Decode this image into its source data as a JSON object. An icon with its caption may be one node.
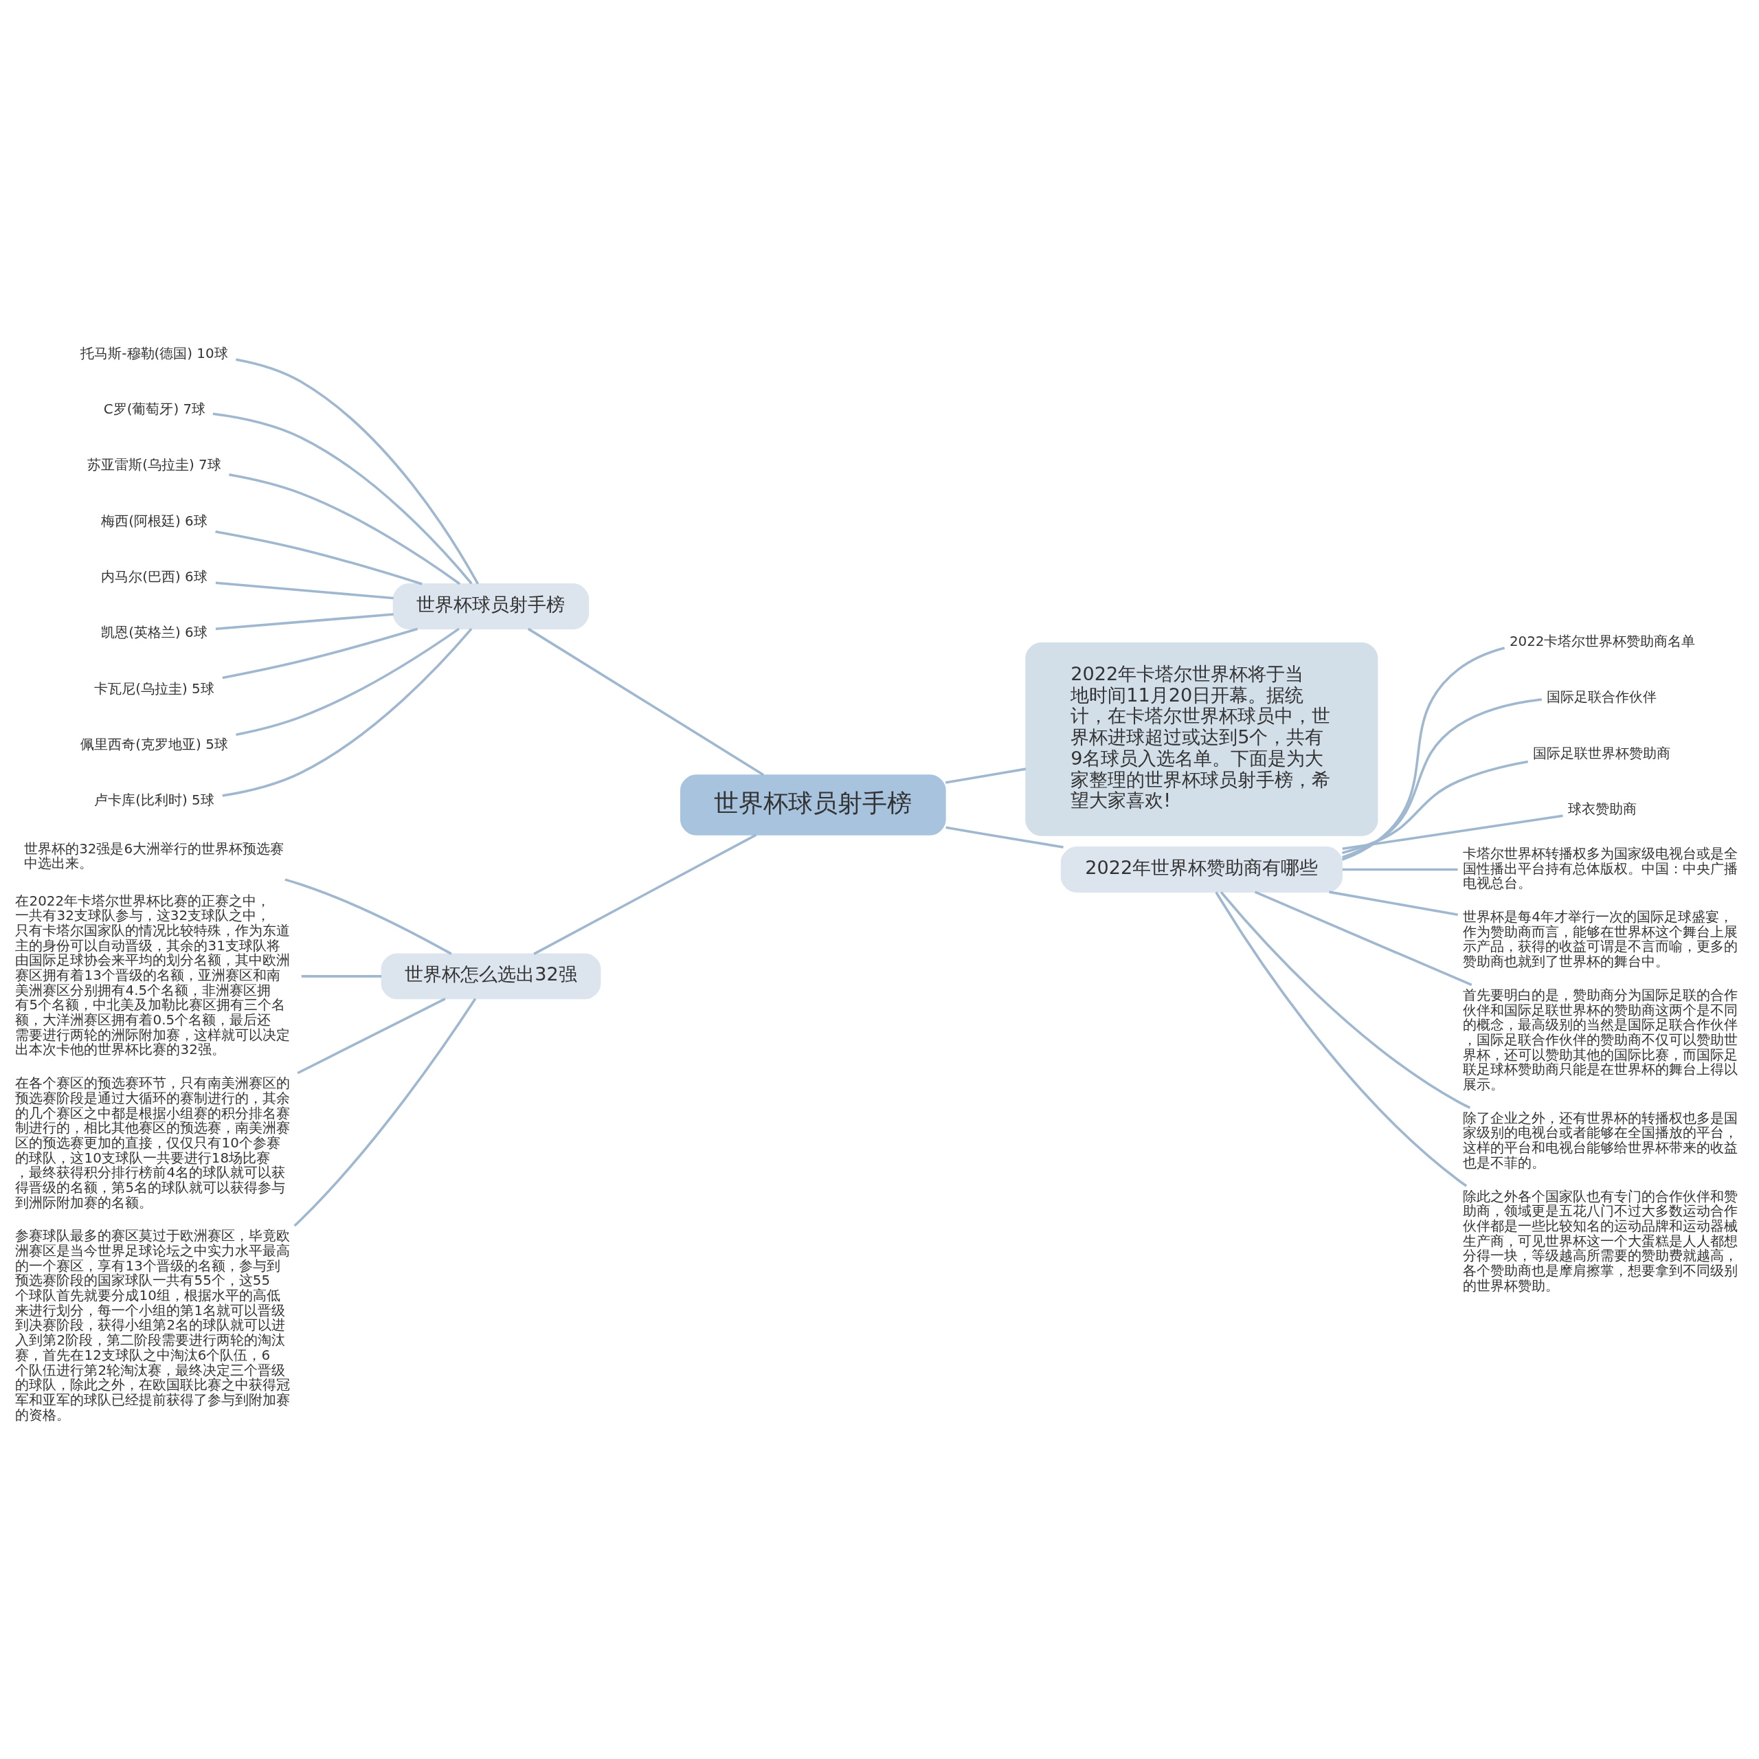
{
  "diagram": {
    "nodes": [
      {
        "text": [
          "世界杯球员射手榜"
        ]
      },
      {
        "text": [
          "世界杯球员射手榜"
        ]
      },
      {
        "text": [
          "托马斯-穆勒(德国) 10球"
        ]
      },
      {
        "text": [
          "C罗(葡萄牙) 7球"
        ]
      },
      {
        "text": [
          "苏亚雷斯(乌拉圭) 7球"
        ]
      },
      {
        "text": [
          "梅西(阿根廷) 6球"
        ]
      },
      {
        "text": [
          "内马尔(巴西) 6球"
        ]
      },
      {
        "text": [
          "凯恩(英格兰) 6球"
        ]
      },
      {
        "text": [
          "卡瓦尼(乌拉圭) 5球"
        ]
      },
      {
        "text": [
          "佩里西奇(克罗地亚) 5球"
        ]
      },
      {
        "text": [
          "卢卡库(比利时) 5球"
        ]
      },
      {
        "text": [
          "2022年卡塔尔世界杯将于当地时间11月20日开幕。据统计，在卡塔尔世界杯球员中，世界杯进球超过或达到5个，共有9名球员入选名单。下面是为大家整理的世界杯球员射手榜，希望大家喜欢!"
        ]
      },
      {
        "text": [
          "世界杯怎么选出32强"
        ]
      },
      {
        "text": [
          "世界杯的32强是6大洲举行的世界杯预选赛中选出来。"
        ]
      },
      {
        "text": [
          "在2022年卡塔尔世界杯比赛的正赛之中，一共有32支球队参与，这32支球队之中，只有卡塔尔国家队的情况比较特殊，作为东道主的身份可以自动晋级，其余的31支球队将由国际足球协会来平均的划分名额，其中欧洲赛区拥有着13个晋级的名额，亚洲赛区和南美洲赛区分别拥有4.5个名额，非洲赛区拥有5个名额，中北美及加勒比赛区拥有三个名额，大洋洲赛区拥有着0.5个名额，最后还需要进行两轮的洲际附加赛，这样就可以决定出本次卡他的世界杯比赛的32强。"
        ]
      },
      {
        "text": [
          "在各个赛区的预选赛环节，只有南美洲赛区的预选赛阶段是通过大循环的赛制进行的，其余的几个赛区之中都是根据小组赛的积分排名赛制进行的，相比其他赛区的预选赛，南美洲赛区的预选赛更加的直接，仅仅只有10个参赛的球队，这10支球队一共要进行18场比赛，最终获得积分排行榜前4名的球队就可以获得晋级的名额，第5名的球队就可以获得参与到洲际附加赛的名额。"
        ]
      },
      {
        "text": [
          "参赛球队最多的赛区莫过于欧洲赛区，毕竟欧洲赛区是当今世界足球论坛之中实力水平最高的一个赛区，享有13个晋级的名额，参与到预选赛阶段的国家球队一共有55个，这55个球队首先就要分成10组，根据水平的高低来进行划分，每一个小组的第1名就可以晋级到决赛阶段，获得小组第2名的球队就可以进入到第2阶段，第二阶段需要进行两轮的淘汰赛，首先在12支球队之中淘汰6个队伍，6个队伍进行第2轮淘汰赛，最终决定三个晋级的球队，除此之外，在欧国联比赛之中获得冠军和亚军的球队已经提前获得了参与到附加赛的资格。"
        ]
      },
      {
        "text": [
          "2022年世界杯赞助商有哪些"
        ]
      },
      {
        "text": [
          "2022卡塔尔世界杯赞助商名单"
        ]
      },
      {
        "text": [
          "国际足联合作伙伴"
        ]
      },
      {
        "text": [
          "国际足联世界杯赞助商"
        ]
      },
      {
        "text": [
          "球衣赞助商"
        ]
      },
      {
        "text": [
          "卡塔尔世界杯转播权多为国家级电视台或是全国性播出平台持有总体版权。中国：中央广播电视总台。"
        ]
      },
      {
        "text": [
          "世界杯是每4年才举行一次的国际足球盛宴，作为赞助商而言，能够在世界杯这个舞台上展示产品，获得的收益可谓是不言而喻，更多的赞助商也就到了世界杯的舞台中。"
        ]
      },
      {
        "text": [
          "首先要明白的是，赞助商分为国际足联的合作伙伴和国际足联世界杯的赞助商这两个是不同的概念，最高级别的当然是国际足联合作伙伴，国际足联合作伙伴的赞助商不仅可以赞助世界杯，还可以赞助其他的国际比赛，而国际足联足球杯赞助商只能是在世界杯的舞台上得以展示。"
        ]
      },
      {
        "text": [
          "除了企业之外，还有世界杯的转播权也多是国家级别的电视台或者能够在全国播放的平台，这样的平台和电视台能够给世界杯带来的收益也是不菲的。"
        ]
      },
      {
        "text": [
          "除此之外各个国家队也有专门的合作伙伴和赞助商，领域更是五花八门不过大多数运动合作伙伴都是一些比较知名的运动品牌和运动器械生产商，可见世界杯这一个大蛋糕是人人都想分得一块，等级越高所需要的赞助费就越高，各个赞助商也是摩肩擦掌，想要拿到不同级别的世界杯赞助。"
        ]
      }
    ],
    "edges": [
      {
        "from": 0,
        "to": 1,
        "arrow": "none"
      },
      {
        "from": 1,
        "to": 2,
        "arrow": "none"
      },
      {
        "from": 1,
        "to": 3,
        "arrow": "none"
      },
      {
        "from": 1,
        "to": 4,
        "arrow": "none"
      },
      {
        "from": 1,
        "to": 5,
        "arrow": "none"
      },
      {
        "from": 1,
        "to": 6,
        "arrow": "none"
      },
      {
        "from": 1,
        "to": 7,
        "arrow": "none"
      },
      {
        "from": 1,
        "to": 8,
        "arrow": "none"
      },
      {
        "from": 1,
        "to": 9,
        "arrow": "none"
      },
      {
        "from": 1,
        "to": 10,
        "arrow": "none"
      },
      {
        "from": 0,
        "to": 11,
        "arrow": "none"
      },
      {
        "from": 0,
        "to": 12,
        "arrow": "none"
      },
      {
        "from": 12,
        "to": 13,
        "arrow": "none"
      },
      {
        "from": 12,
        "to": 14,
        "arrow": "none"
      },
      {
        "from": 12,
        "to": 15,
        "arrow": "none"
      },
      {
        "from": 12,
        "to": 16,
        "arrow": "none"
      },
      {
        "from": 0,
        "to": 17,
        "arrow": "none"
      },
      {
        "from": 17,
        "to": 18,
        "arrow": "none"
      },
      {
        "from": 17,
        "to": 19,
        "arrow": "none"
      },
      {
        "from": 17,
        "to": 20,
        "arrow": "none"
      },
      {
        "from": 17,
        "to": 21,
        "arrow": "none"
      },
      {
        "from": 17,
        "to": 22,
        "arrow": "none"
      },
      {
        "from": 17,
        "to": 23,
        "arrow": "none"
      },
      {
        "from": 17,
        "to": 24,
        "arrow": "none"
      },
      {
        "from": 17,
        "to": 25,
        "arrow": "none"
      },
      {
        "from": 17,
        "to": 26,
        "arrow": "none"
      }
    ]
  }
}
